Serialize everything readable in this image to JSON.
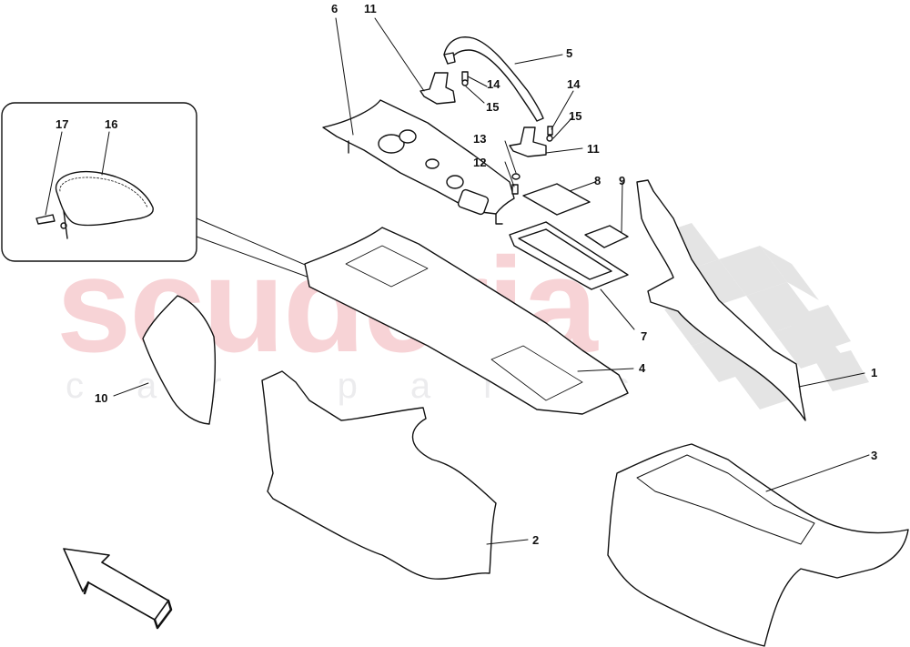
{
  "diagram": {
    "type": "exploded-parts-diagram",
    "watermark": {
      "main_text": "scuderia",
      "sub_text": "car parts",
      "main_color": "#f7d3d6",
      "sub_color": "#ececee",
      "checker_color": "#e4e4e4"
    },
    "line_color": "#111111",
    "callouts": [
      {
        "id": "1",
        "label": "1",
        "part": "right-side-trim-panel"
      },
      {
        "id": "2",
        "label": "2",
        "part": "lower-left-tunnel-panel"
      },
      {
        "id": "3",
        "label": "3",
        "part": "rear-tunnel-cover"
      },
      {
        "id": "4",
        "label": "4",
        "part": "center-console"
      },
      {
        "id": "5",
        "label": "5",
        "part": "grab-handle"
      },
      {
        "id": "6",
        "label": "6",
        "part": "upper-console-trim"
      },
      {
        "id": "7",
        "label": "7",
        "part": "storage-tray"
      },
      {
        "id": "8",
        "label": "8",
        "part": "mat-large"
      },
      {
        "id": "9",
        "label": "9",
        "part": "mat-small"
      },
      {
        "id": "10",
        "label": "10",
        "part": "side-shield-panel"
      },
      {
        "id": "11a",
        "label": "11",
        "part": "bracket-left"
      },
      {
        "id": "11b",
        "label": "11",
        "part": "bracket-right"
      },
      {
        "id": "12",
        "label": "12",
        "part": "screw"
      },
      {
        "id": "13",
        "label": "13",
        "part": "washer"
      },
      {
        "id": "14a",
        "label": "14",
        "part": "bolt-left"
      },
      {
        "id": "14b",
        "label": "14",
        "part": "bolt-right"
      },
      {
        "id": "15a",
        "label": "15",
        "part": "washer-left"
      },
      {
        "id": "15b",
        "label": "15",
        "part": "washer-right"
      },
      {
        "id": "16",
        "label": "16",
        "part": "gear-lever-boot"
      },
      {
        "id": "17",
        "label": "17",
        "part": "boot-clip"
      }
    ],
    "inset": {
      "labels": [
        "17",
        "16"
      ]
    },
    "direction_arrow": "front-of-vehicle-arrow"
  }
}
